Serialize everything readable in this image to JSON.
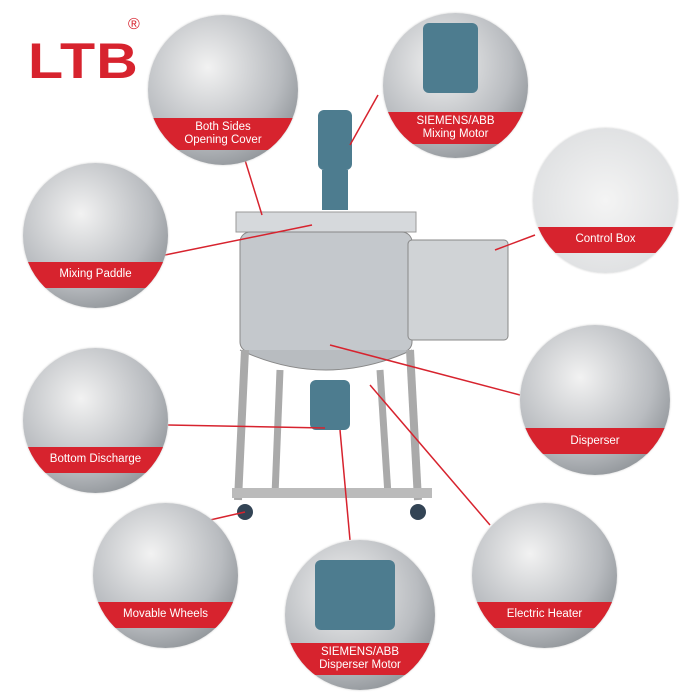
{
  "brand": {
    "logo": "LTB",
    "registered": "®"
  },
  "callouts": [
    {
      "id": "cover",
      "label_lines": [
        "Both Sides",
        "Opening Cover"
      ]
    },
    {
      "id": "mixing-motor",
      "label_lines": [
        "SIEMENS/ABB",
        "Mixing Motor"
      ]
    },
    {
      "id": "control-box",
      "label_lines": [
        "Control Box"
      ]
    },
    {
      "id": "mixing-paddle",
      "label_lines": [
        "Mixing Paddle"
      ]
    },
    {
      "id": "disperser",
      "label_lines": [
        "Disperser"
      ]
    },
    {
      "id": "bottom-discharge",
      "label_lines": [
        "Bottom Discharge"
      ]
    },
    {
      "id": "electric-heater",
      "label_lines": [
        "Electric Heater"
      ]
    },
    {
      "id": "movable-wheels",
      "label_lines": [
        "Movable Wheels"
      ]
    },
    {
      "id": "disperser-motor",
      "label_lines": [
        "SIEMENS/ABB",
        "Disperser Motor"
      ]
    }
  ],
  "colors": {
    "accent": "#d7232e",
    "motor": "#4d7c8f",
    "steel": "#c4c8cc"
  }
}
